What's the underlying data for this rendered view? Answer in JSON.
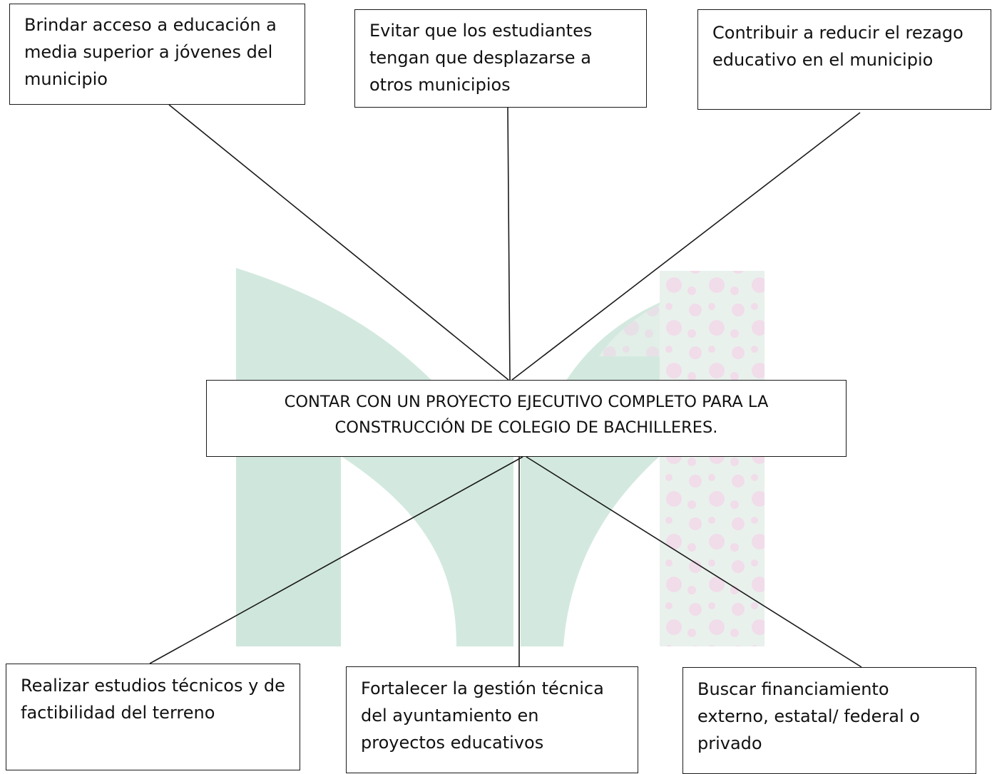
{
  "colors": {
    "watermark_green": "#cfe6dc",
    "watermark_pink": "#f1dcea",
    "line": "#1a1a1a"
  },
  "diagram": {
    "top_nodes": [
      {
        "lines": [
          "Brindar acceso a educación a",
          "media superior a jóvenes del",
          "municipio"
        ]
      },
      {
        "lines": [
          "Evitar que los estudiantes",
          "tengan que desplazarse a",
          "otros municipios"
        ]
      },
      {
        "lines": [
          "Contribuir a reducir el rezago",
          "educativo en el municipio"
        ]
      }
    ],
    "center_node": {
      "lines": [
        "CONTAR CON UN PROYECTO EJECUTIVO COMPLETO PARA LA",
        "CONSTRUCCIÓN DE COLEGIO DE BACHILLERES."
      ]
    },
    "bottom_nodes": [
      {
        "lines": [
          "Realizar estudios técnicos y de",
          "factibilidad del terreno"
        ]
      },
      {
        "lines": [
          "Fortalecer la gestión técnica",
          "del ayuntamiento en",
          "proyectos educativos"
        ]
      },
      {
        "lines": [
          "Buscar financiamiento",
          "externo, estatal/ federal o",
          "privado"
        ]
      }
    ]
  }
}
